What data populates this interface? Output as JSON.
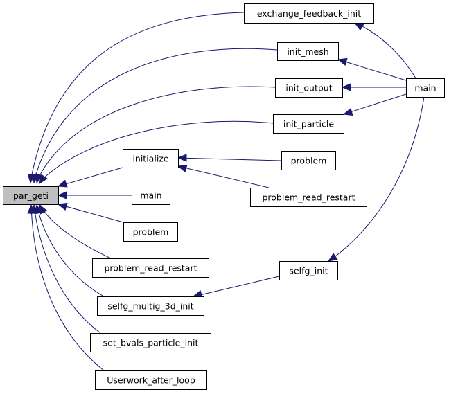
{
  "graph": {
    "nodes": [
      {
        "id": "par_geti",
        "label": "par_geti",
        "root": true
      },
      {
        "id": "exchange_feedback_init",
        "label": "exchange_feedback_init"
      },
      {
        "id": "init_mesh",
        "label": "init_mesh"
      },
      {
        "id": "init_output",
        "label": "init_output"
      },
      {
        "id": "init_particle",
        "label": "init_particle"
      },
      {
        "id": "initialize",
        "label": "initialize"
      },
      {
        "id": "main_a",
        "label": "main"
      },
      {
        "id": "problem_a",
        "label": "problem"
      },
      {
        "id": "problem_read_restart_a",
        "label": "problem_read_restart"
      },
      {
        "id": "selfg_multig_3d_init",
        "label": "selfg_multig_3d_init"
      },
      {
        "id": "set_bvals_particle_init",
        "label": "set_bvals_particle_init"
      },
      {
        "id": "Userwork_after_loop",
        "label": "Userwork_after_loop"
      },
      {
        "id": "problem_b",
        "label": "problem"
      },
      {
        "id": "problem_read_restart_b",
        "label": "problem_read_restart"
      },
      {
        "id": "selfg_init",
        "label": "selfg_init"
      },
      {
        "id": "main_b",
        "label": "main"
      }
    ],
    "edges": [
      {
        "from": "exchange_feedback_init",
        "to": "par_geti"
      },
      {
        "from": "init_mesh",
        "to": "par_geti"
      },
      {
        "from": "init_output",
        "to": "par_geti"
      },
      {
        "from": "init_particle",
        "to": "par_geti"
      },
      {
        "from": "initialize",
        "to": "par_geti"
      },
      {
        "from": "main_a",
        "to": "par_geti"
      },
      {
        "from": "problem_a",
        "to": "par_geti"
      },
      {
        "from": "problem_read_restart_a",
        "to": "par_geti"
      },
      {
        "from": "selfg_multig_3d_init",
        "to": "par_geti"
      },
      {
        "from": "set_bvals_particle_init",
        "to": "par_geti"
      },
      {
        "from": "Userwork_after_loop",
        "to": "par_geti"
      },
      {
        "from": "problem_b",
        "to": "initialize"
      },
      {
        "from": "problem_read_restart_b",
        "to": "initialize"
      },
      {
        "from": "selfg_init",
        "to": "selfg_multig_3d_init"
      },
      {
        "from": "main_b",
        "to": "exchange_feedback_init"
      },
      {
        "from": "main_b",
        "to": "init_mesh"
      },
      {
        "from": "main_b",
        "to": "init_output"
      },
      {
        "from": "main_b",
        "to": "init_particle"
      },
      {
        "from": "main_b",
        "to": "selfg_init"
      }
    ]
  },
  "colors": {
    "edge": "#191970",
    "root_fill": "#bfbfbf",
    "node_fill": "#ffffff",
    "node_stroke": "#000000"
  }
}
